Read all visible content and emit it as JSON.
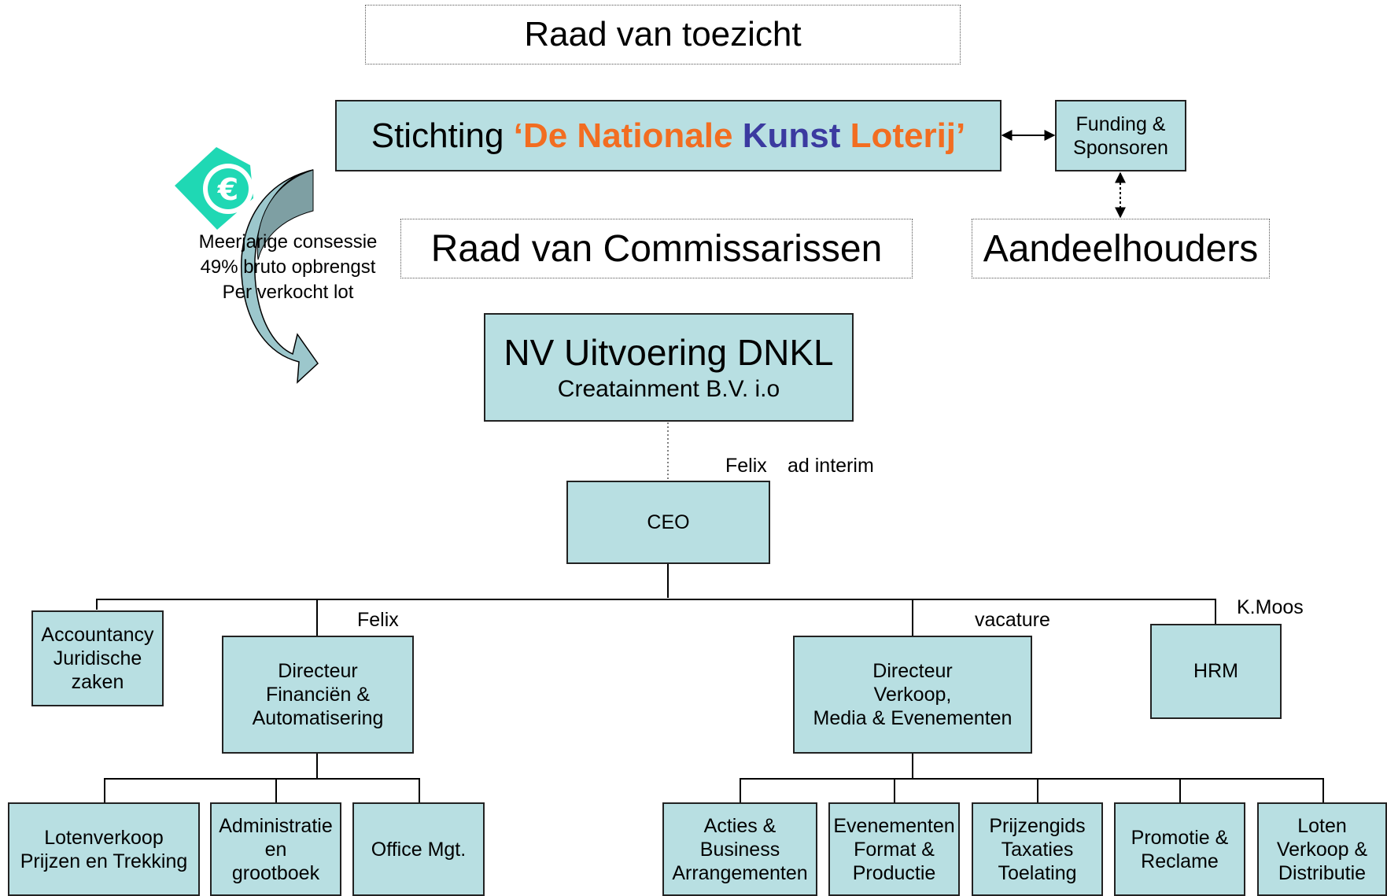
{
  "header": {
    "raad_van_toezicht": "Raad van toezicht",
    "stichting": {
      "prefix": "Stichting ",
      "quote_open": "‘",
      "part1": "De Nationale ",
      "part2": "Kunst",
      "part3": " Loterij’"
    },
    "funding": [
      "Funding &",
      "Sponsoren"
    ],
    "raad_van_commissarissen": "Raad van Commissarissen",
    "aandeelhouders": "Aandeelhouders"
  },
  "concession": {
    "lines": [
      "Meerjarige consessie",
      "49% bruto opbrengst",
      "Per verkocht lot"
    ],
    "icon": "euro-icon"
  },
  "nv": {
    "title": "NV Uitvoering DNKL",
    "subtitle": "Creatainment B.V. i.o"
  },
  "ceo": {
    "label": "CEO",
    "holder": "Felix",
    "note": "ad interim"
  },
  "staff": {
    "accountancy": [
      "Accountancy",
      "Juridische",
      "zaken"
    ],
    "hrm": "HRM",
    "hrm_holder": "K.Moos"
  },
  "directors": {
    "finance": {
      "lines": [
        "Directeur",
        "Financiën &",
        "Automatisering"
      ],
      "holder": "Felix"
    },
    "sales": {
      "lines": [
        "Directeur",
        "Verkoop,",
        "Media & Evenementen"
      ],
      "holder": "vacature"
    }
  },
  "finance_units": [
    [
      "Lotenverkoop",
      "Prijzen en Trekking"
    ],
    [
      "Administratie",
      "en",
      "grootboek"
    ],
    [
      "Office Mgt."
    ]
  ],
  "sales_units": [
    [
      "Acties &",
      "Business",
      "Arrangementen"
    ],
    [
      "Evenementen",
      "Format &",
      "Productie"
    ],
    [
      "Prijzengids",
      "Taxaties",
      "Toelating"
    ],
    [
      "Promotie &",
      "Reclame"
    ],
    [
      "Loten",
      "Verkoop &",
      "Distributie"
    ]
  ],
  "colors": {
    "box_fill": "#b8dfe2",
    "orange": "#f26d21",
    "blue": "#3b3aa0",
    "euro_green": "#1fd8b4"
  }
}
